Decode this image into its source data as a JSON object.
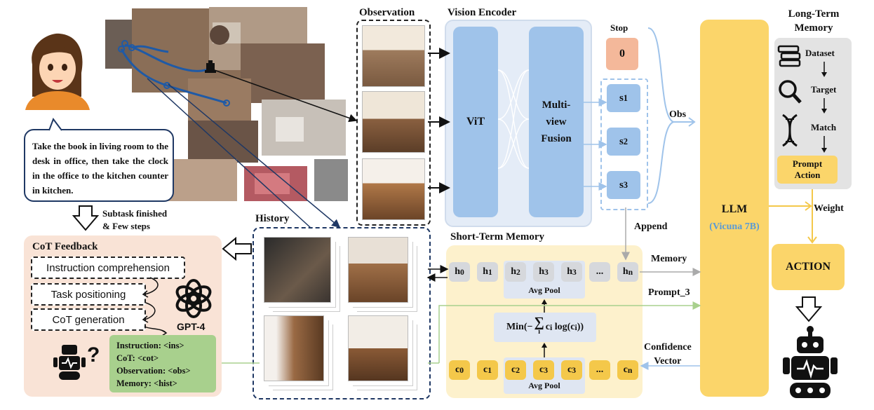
{
  "sections": {
    "observation": "Observation",
    "vision_encoder": "Vision Encoder",
    "long_term_memory": "Long-Term\nMemory",
    "history": "History",
    "short_term_memory": "Short-Term Memory",
    "cot_feedback": "CoT Feedback"
  },
  "instruction_text": "Take the book in living room to the desk in office, then take the clock in the office to the kitchen counter in kitchen.",
  "subtask_label": "Subtask finished\n& Few steps",
  "encoder": {
    "vit": "ViT",
    "fusion": "Multi-\nview\nFusion"
  },
  "stop": {
    "label": "Stop",
    "value": "0"
  },
  "states": [
    {
      "base": "s",
      "sub": "1"
    },
    {
      "base": "s",
      "sub": "2"
    },
    {
      "base": "s",
      "sub": "3"
    }
  ],
  "llm": {
    "name": "LLM",
    "model": "(Vicuna 7B)"
  },
  "edge_labels": {
    "obs": "Obs",
    "append": "Append",
    "memory": "Memory",
    "prompt": "Prompt_3",
    "confidence": "Confidence\nVector",
    "weight": "Weight"
  },
  "ltm_items": {
    "dataset": "Dataset",
    "target": "Target",
    "match": "Match",
    "prompt_action": "Prompt\nAction"
  },
  "action": "ACTION",
  "history_tokens": [
    {
      "base": "h",
      "sub": "0"
    },
    {
      "base": "h",
      "sub": "1"
    },
    {
      "base": "h",
      "sub": "2"
    },
    {
      "base": "h",
      "sub": "3"
    },
    {
      "base": "h",
      "sub": "3"
    },
    {
      "base": "...",
      "sub": ""
    },
    {
      "base": "h",
      "sub": "n"
    }
  ],
  "conf_tokens": [
    {
      "base": "c",
      "sub": "0"
    },
    {
      "base": "c",
      "sub": "1"
    },
    {
      "base": "c",
      "sub": "2"
    },
    {
      "base": "c",
      "sub": "3"
    },
    {
      "base": "c",
      "sub": "3"
    },
    {
      "base": "...",
      "sub": ""
    },
    {
      "base": "c",
      "sub": "n"
    }
  ],
  "avg_pool": "Avg Pool",
  "min_formula": {
    "pre": "Min(−",
    "sigma": "∑",
    "sigma_sub": "i",
    "mid": "c",
    "mid_sub": "i",
    "post": " log(c",
    "post_sub": "i",
    "end": "))"
  },
  "cot_steps": [
    "Instruction comprehension",
    "Task positioning",
    "CoT generation"
  ],
  "gpt_label": "GPT-4",
  "prompt_lines": [
    "Instruction: <ins>",
    "CoT: <cot>",
    "Observation: <obs>",
    "Memory: <hist>"
  ],
  "colors": {
    "accent_blue": "#9fc3ea",
    "llm_yellow": "#fbd56a",
    "stm_bg": "#fdf1cc",
    "cot_bg": "#f9e3d6",
    "prompt_green": "#a8d08d",
    "stop_orange": "#f4b89a",
    "model_blue": "#5b9bd5"
  }
}
